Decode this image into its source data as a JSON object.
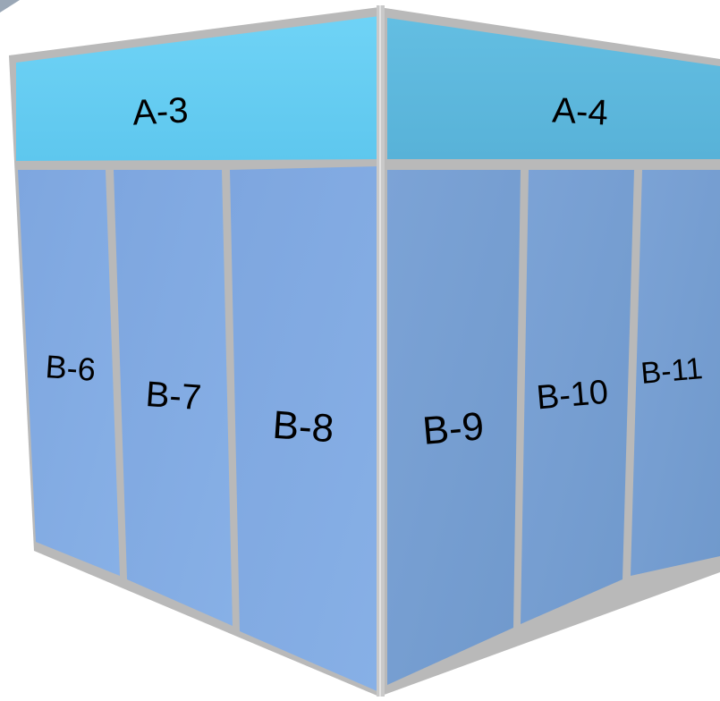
{
  "colors": {
    "frame": "#b9b9b9",
    "frame_shadow": "#8f8f8f",
    "header_left": "#67cdf2",
    "header_right": "#5db8dc",
    "panel_left": "#82aae2",
    "panel_right": "#7aa0d3",
    "label": "#000000"
  },
  "left_wall": {
    "header": "A-3",
    "panels": [
      "B-6",
      "B-7",
      "B-8"
    ]
  },
  "right_wall": {
    "header": "A-4",
    "panels": [
      "B-9",
      "B-10",
      "B-11"
    ]
  }
}
